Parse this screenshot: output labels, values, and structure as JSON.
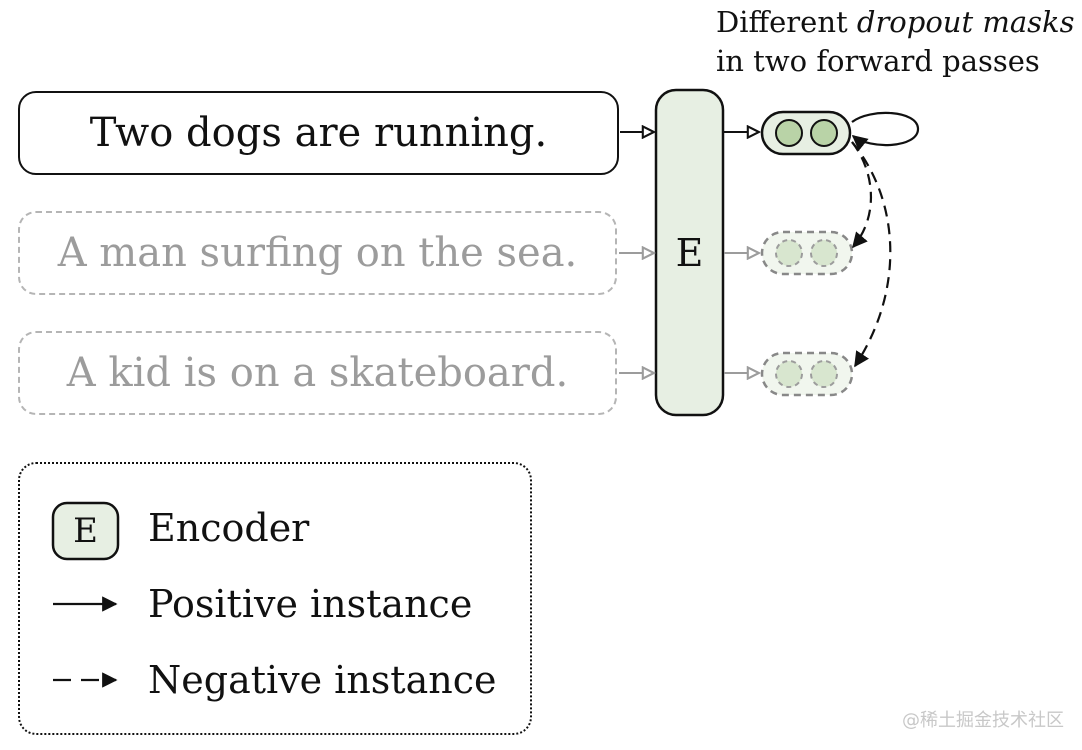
{
  "caption": {
    "line1_prefix": "Different",
    "line1_italic": "dropout masks",
    "line2": "in two forward passes"
  },
  "sentences": [
    "Two dogs are running.",
    "A man surfing on the sea.",
    "A kid is on a skateboard."
  ],
  "encoder": {
    "label": "E"
  },
  "legend": {
    "encoder_symbol": "E",
    "encoder_label": "Encoder",
    "positive_label": "Positive instance",
    "negative_label": "Negative instance"
  },
  "watermark": "@稀土掘金技术社区",
  "colors": {
    "encoder_fill": "#e7efe3",
    "embedding_dot_fill": "#b9d3a7",
    "faded_dot_fill": "#d8e6cf",
    "faded_stroke": "#b5b5b5",
    "stroke": "#111111"
  }
}
